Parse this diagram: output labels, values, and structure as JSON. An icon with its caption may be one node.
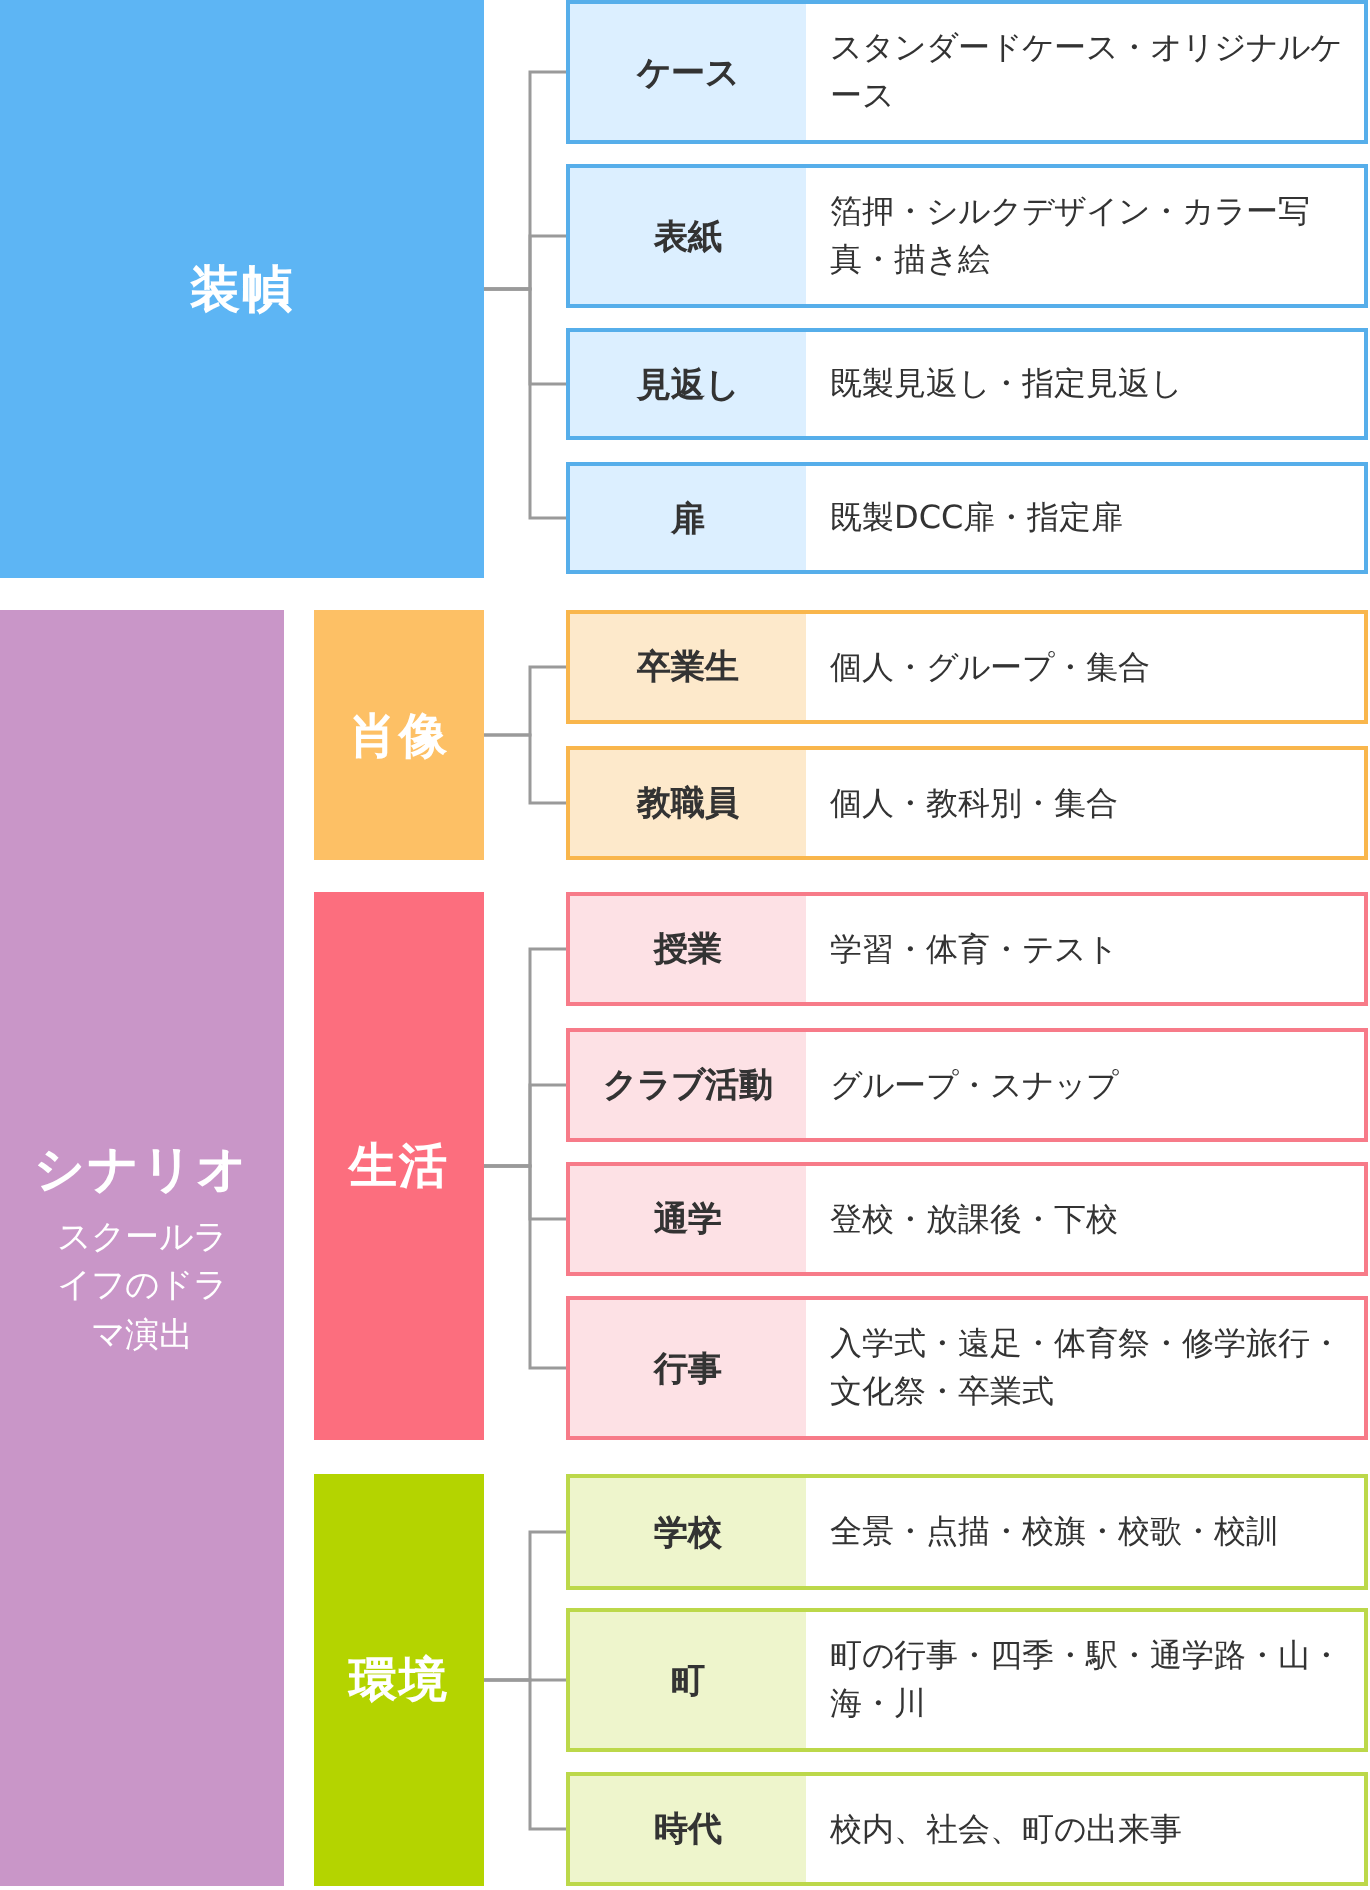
{
  "diagram": {
    "nodes": [
      {
        "text": [
          "装幀"
        ]
      },
      {
        "text": [
          "ケース",
          "スタンダードケース・オリジナルケース"
        ]
      },
      {
        "text": [
          "表紙",
          "箔押・シルクデザイン・カラー写真・描き絵"
        ]
      },
      {
        "text": [
          "見返し",
          "既製見返し・指定見返し"
        ]
      },
      {
        "text": [
          "扉",
          "既製DCC扉・指定扉"
        ]
      },
      {
        "text": [
          "シナリオ",
          "スクールライフのドラマ演出"
        ]
      },
      {
        "text": [
          "肖像"
        ]
      },
      {
        "text": [
          "卒業生",
          "個人・グループ・集合"
        ]
      },
      {
        "text": [
          "教職員",
          "個人・教科別・集合"
        ]
      },
      {
        "text": [
          "生活"
        ]
      },
      {
        "text": [
          "授業",
          "学習・体育・テスト"
        ]
      },
      {
        "text": [
          "クラブ活動",
          "グループ・スナップ"
        ]
      },
      {
        "text": [
          "通学",
          "登校・放課後・下校"
        ]
      },
      {
        "text": [
          "行事",
          "入学式・遠足・体育祭・修学旅行・文化祭・卒業式"
        ]
      },
      {
        "text": [
          "環境"
        ]
      },
      {
        "text": [
          "学校",
          "全景・点描・校旗・校歌・校訓"
        ]
      },
      {
        "text": [
          "町",
          "町の行事・四季・駅・通学路・山・海・川"
        ]
      },
      {
        "text": [
          "時代",
          "校内、社会、町の出来事"
        ]
      }
    ],
    "edges": [
      {
        "from": 0,
        "to": 1,
        "arrow": "none"
      },
      {
        "from": 0,
        "to": 2,
        "arrow": "none"
      },
      {
        "from": 0,
        "to": 3,
        "arrow": "none"
      },
      {
        "from": 0,
        "to": 4,
        "arrow": "none"
      },
      {
        "from": 6,
        "to": 7,
        "arrow": "none"
      },
      {
        "from": 6,
        "to": 8,
        "arrow": "none"
      },
      {
        "from": 9,
        "to": 10,
        "arrow": "none"
      },
      {
        "from": 9,
        "to": 11,
        "arrow": "none"
      },
      {
        "from": 9,
        "to": 12,
        "arrow": "none"
      },
      {
        "from": 9,
        "to": 13,
        "arrow": "none"
      },
      {
        "from": 14,
        "to": 15,
        "arrow": "none"
      },
      {
        "from": 14,
        "to": 16,
        "arrow": "none"
      },
      {
        "from": 14,
        "to": 17,
        "arrow": "none"
      }
    ]
  }
}
